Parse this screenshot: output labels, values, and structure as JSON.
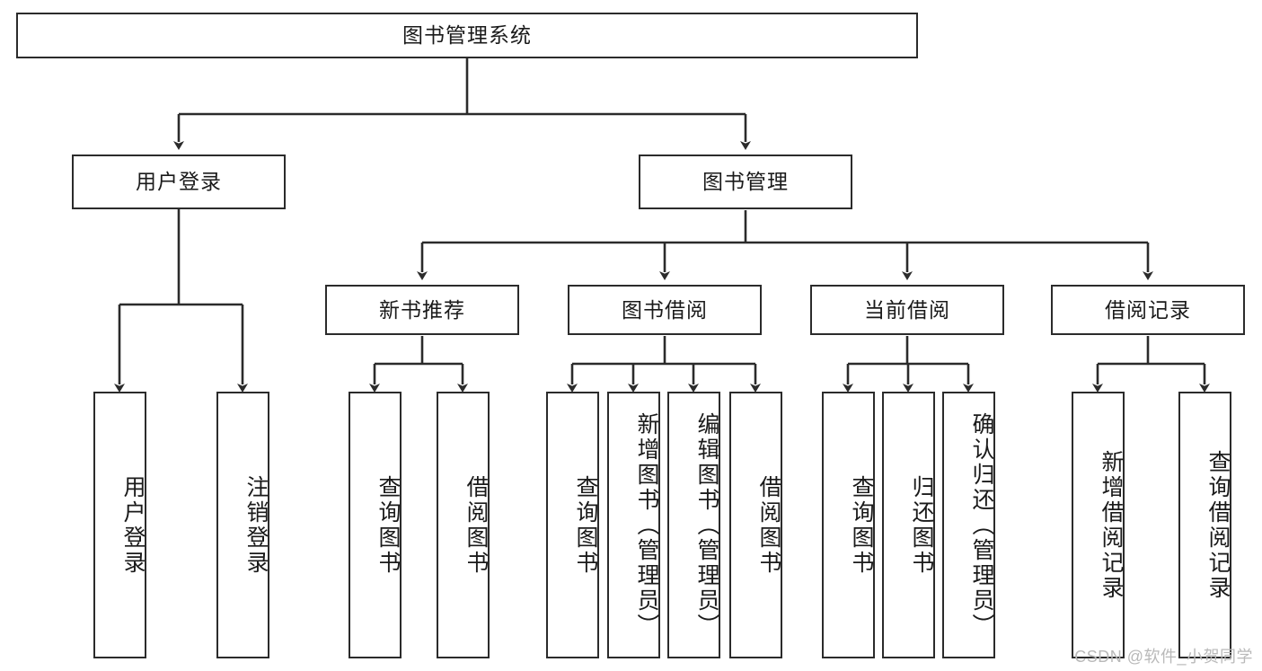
{
  "diagram": {
    "title": "图书管理系统",
    "type": "tree-hierarchy",
    "watermark": "CSDN @软件_小贺同学",
    "colors": {
      "box_border": "#2b2b2b",
      "box_fill": "#ffffff",
      "connector": "#2b2b2b",
      "text": "#1a1a1a",
      "watermark": "#b9b9b9",
      "background": "#ffffff"
    },
    "nodes": {
      "root": {
        "label": "图书管理系统"
      },
      "level1": [
        {
          "id": "user-login",
          "label": "用户登录"
        },
        {
          "id": "book-manage",
          "label": "图书管理"
        }
      ],
      "level2": [
        {
          "id": "new-book-recommend",
          "label": "新书推荐"
        },
        {
          "id": "book-borrow",
          "label": "图书借阅"
        },
        {
          "id": "current-borrow",
          "label": "当前借阅"
        },
        {
          "id": "borrow-record",
          "label": "借阅记录"
        }
      ],
      "leaves": {
        "user-login": [
          {
            "id": "leaf-user-login",
            "label": "用户登录"
          },
          {
            "id": "leaf-logout-login",
            "label": "注销登录"
          }
        ],
        "new-book-recommend": [
          {
            "id": "leaf-query-book-1",
            "label": "查询图书"
          },
          {
            "id": "leaf-borrow-book-1",
            "label": "借阅图书"
          }
        ],
        "book-borrow": [
          {
            "id": "leaf-query-book-2",
            "label": "查询图书"
          },
          {
            "id": "leaf-add-book",
            "label": "新增图书（管理员）"
          },
          {
            "id": "leaf-edit-book",
            "label": "编辑图书（管理员）"
          },
          {
            "id": "leaf-borrow-book-2",
            "label": "借阅图书"
          }
        ],
        "current-borrow": [
          {
            "id": "leaf-query-book-3",
            "label": "查询图书"
          },
          {
            "id": "leaf-return-book",
            "label": "归还图书"
          },
          {
            "id": "leaf-confirm-return",
            "label": "确认归还（管理员）"
          }
        ],
        "borrow-record": [
          {
            "id": "leaf-add-record",
            "label": "新增借阅记录"
          },
          {
            "id": "leaf-query-record",
            "label": "查询借阅记录"
          }
        ]
      }
    }
  }
}
